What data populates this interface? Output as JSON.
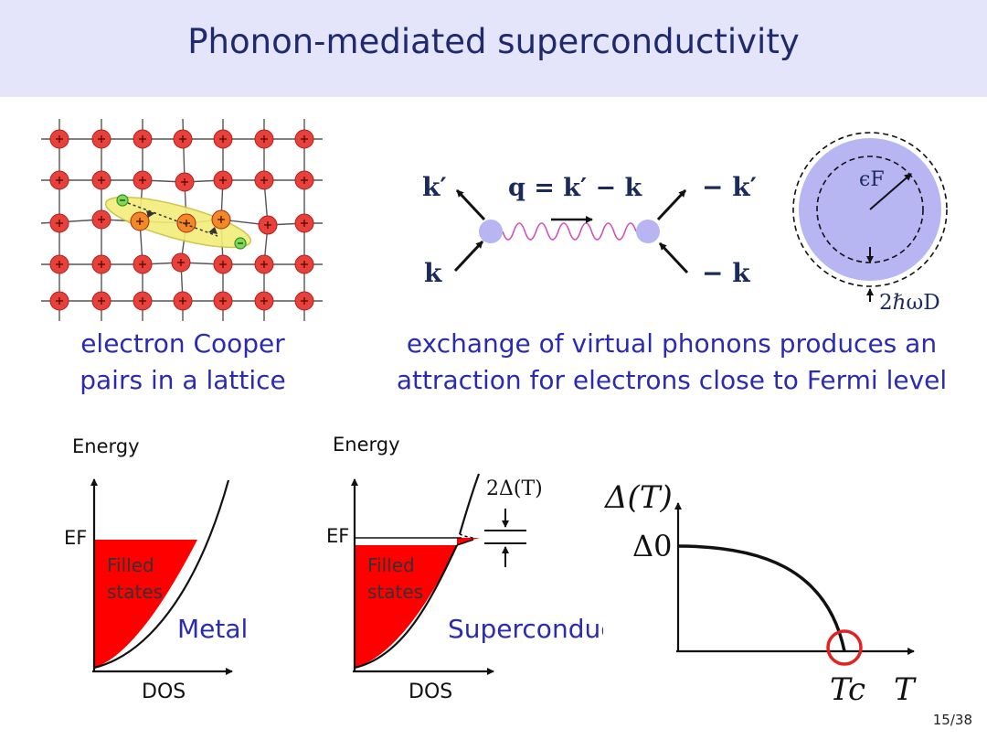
{
  "slide": {
    "title": "Phonon-mediated superconductivity",
    "page": "15/38"
  },
  "lattice": {
    "caption_line1": "electron Cooper",
    "caption_line2": "pairs in a lattice"
  },
  "exchange": {
    "label_k_prime": "k′",
    "label_k": "k",
    "label_neg_k_prime": "− k′",
    "label_neg_k": "− k",
    "label_q": "q = k′ − k",
    "caption_line1": "exchange of virtual phonons produces an",
    "caption_line2": "attraction for electrons close to Fermi level"
  },
  "fermi_sphere": {
    "label_eF": "ϵF",
    "label_shell": "2ℏωD"
  },
  "metal_panel": {
    "y_label": "Energy",
    "x_label": "DOS",
    "ef_label": "EF",
    "filled_line1": "Filled",
    "filled_line2": "states",
    "name": "Metal"
  },
  "super_panel": {
    "y_label": "Energy",
    "x_label": "DOS",
    "ef_label": "EF",
    "filled_line1": "Filled",
    "filled_line2": "states",
    "gap_label": "2Δ(T)",
    "name": "Superconduc"
  },
  "gap_curve": {
    "y_label": "Δ(T)",
    "delta0_label": "Δ0",
    "tc_label": "Tc",
    "x_label": "T"
  },
  "colors": {
    "header_bg": "#e4e5fa",
    "title": "#1f2a6e",
    "caption": "#2b2bb2",
    "ion": "#e8413c",
    "electron_green": "#7ed957",
    "pair_ellipse": "#f2ee7a",
    "vertex": "#b7b5f2",
    "phonon": "#d24fb8",
    "filled": "#ff0000",
    "tc_circle": "#e22222"
  }
}
